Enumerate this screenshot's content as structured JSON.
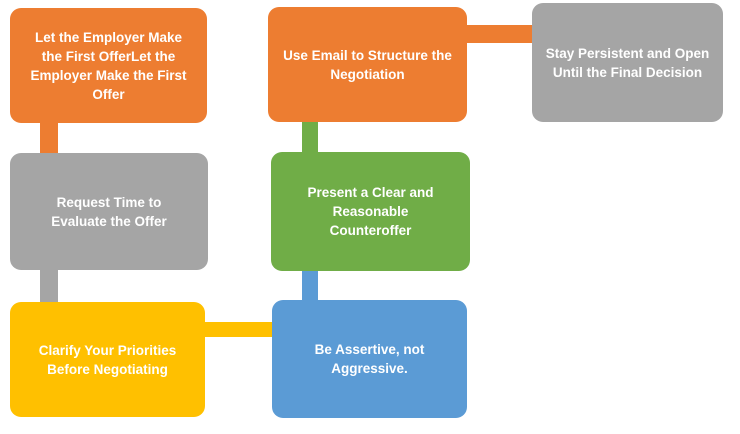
{
  "palette": {
    "orange": "#ED7D31",
    "gray": "#A5A5A5",
    "green": "#70AD47",
    "yellow": "#FFC000",
    "blue": "#5B9BD5",
    "text": "#FFFFFF",
    "background": "#FFFFFF"
  },
  "diagram": {
    "nodes": [
      {
        "id": "let-employer-make-first-offer",
        "label": "Let the Employer Make the First OfferLet the Employer Make the First Offer",
        "color": "#ED7D31"
      },
      {
        "id": "use-email-structure-negotiation",
        "label": "Use Email to Structure the Negotiation",
        "color": "#ED7D31"
      },
      {
        "id": "stay-persistent-open",
        "label": "Stay Persistent and Open Until the Final Decision",
        "color": "#A5A5A5"
      },
      {
        "id": "request-time-evaluate-offer",
        "label": "Request Time to Evaluate the Offer",
        "color": "#A5A5A5"
      },
      {
        "id": "present-clear-counteroffer",
        "label": "Present a Clear and Reasonable Counteroffer",
        "color": "#70AD47"
      },
      {
        "id": "clarify-priorities-before-negotiating",
        "label": "Clarify Your Priorities Before Negotiating",
        "color": "#FFC000"
      },
      {
        "id": "be-assertive-not-aggressive",
        "label": "Be Assertive, not Aggressive.",
        "color": "#5B9BD5"
      }
    ],
    "connectors": [
      {
        "from": "let-employer-make-first-offer",
        "to": "request-time-evaluate-offer",
        "color": "#ED7D31",
        "orientation": "vertical"
      },
      {
        "from": "request-time-evaluate-offer",
        "to": "clarify-priorities-before-negotiating",
        "color": "#A5A5A5",
        "orientation": "vertical"
      },
      {
        "from": "clarify-priorities-before-negotiating",
        "to": "be-assertive-not-aggressive",
        "color": "#FFC000",
        "orientation": "horizontal"
      },
      {
        "from": "be-assertive-not-aggressive",
        "to": "present-clear-counteroffer",
        "color": "#5B9BD5",
        "orientation": "vertical"
      },
      {
        "from": "present-clear-counteroffer",
        "to": "use-email-structure-negotiation",
        "color": "#70AD47",
        "orientation": "vertical"
      },
      {
        "from": "use-email-structure-negotiation",
        "to": "stay-persistent-open",
        "color": "#ED7D31",
        "orientation": "horizontal"
      }
    ]
  }
}
